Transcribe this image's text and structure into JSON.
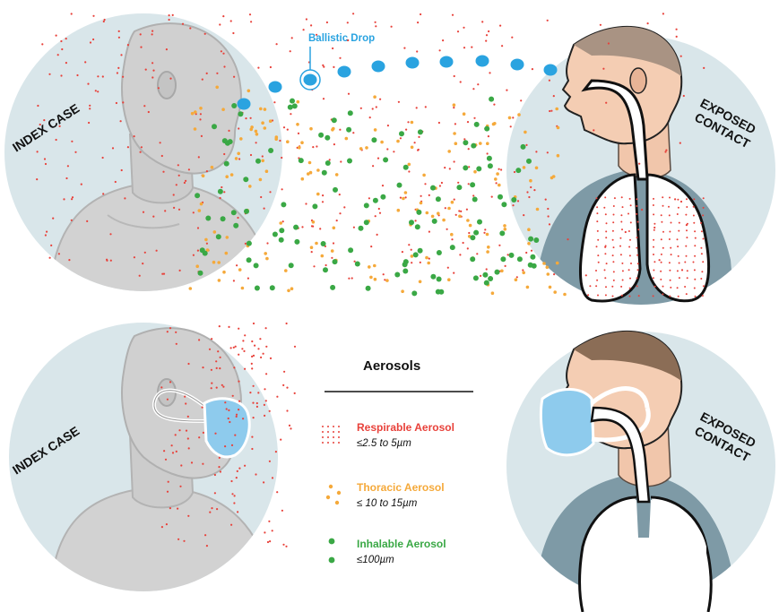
{
  "colors": {
    "respirable": "#e8413a",
    "thoracic": "#f5a93a",
    "inhalable": "#3aa845",
    "ballistic": "#2aa3e0",
    "circle_bg": "#d9e6ea",
    "index_body": "#cfcfcf",
    "index_outline": "#b3b3b3",
    "contact_skin": "#f4cdb3",
    "contact_shirt": "#7e9aa6",
    "mask": "#8ecbed"
  },
  "top_panel": {
    "index_label": "INDEX CASE",
    "contact_label": "EXPOSED\nCONTACT",
    "ballistic_label": "Ballistic Drop",
    "icons": [
      "index-case-head-icon",
      "exposed-contact-head-icon",
      "lungs-icon"
    ]
  },
  "bottom_panel": {
    "index_label": "INDEX CASE",
    "contact_label": "EXPOSED\nCONTACT",
    "icons": [
      "index-case-masked-icon",
      "exposed-contact-masked-icon",
      "face-mask-icon"
    ]
  },
  "legend": {
    "title": "Aerosols",
    "items": [
      {
        "name": "Respirable Aerosol",
        "size": "≤2.5 to 5µm",
        "color_key": "respirable"
      },
      {
        "name": "Thoracic Aerosol",
        "size": "≤ 10 to 15µm",
        "color_key": "thoracic"
      },
      {
        "name": "Inhalable Aerosol",
        "size": "≤100µm",
        "color_key": "inhalable"
      }
    ]
  }
}
